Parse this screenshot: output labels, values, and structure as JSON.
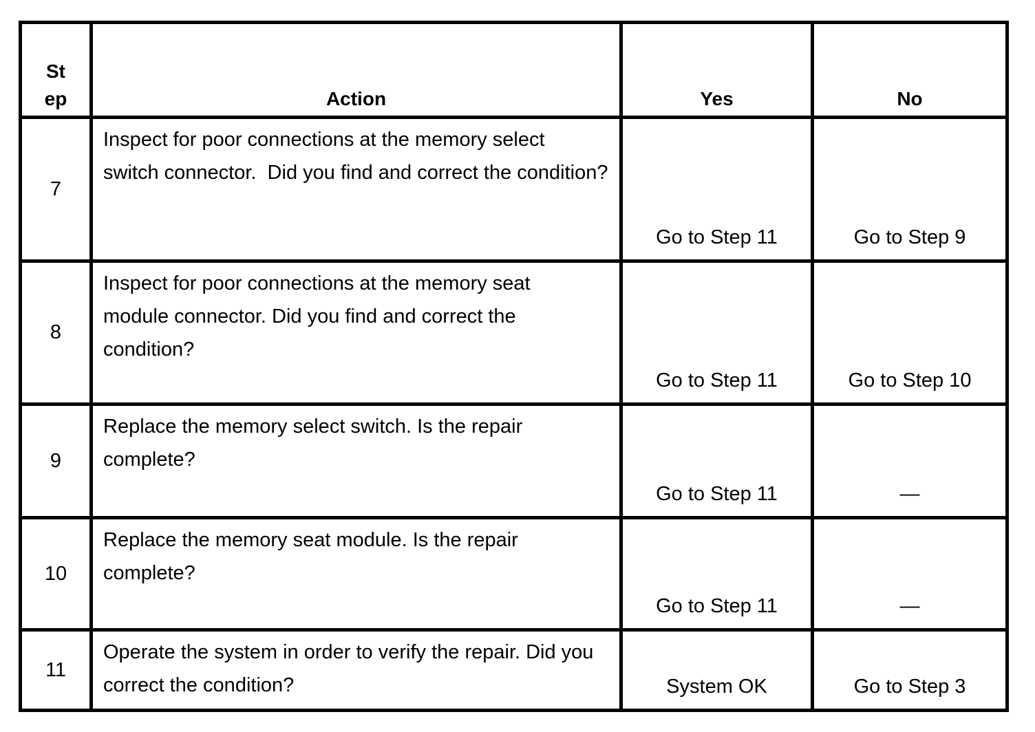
{
  "table": {
    "headers": {
      "step": "St\nep",
      "action": "Action",
      "yes": "Yes",
      "no": "No"
    },
    "rows": [
      {
        "step": "7",
        "action": "Inspect for poor connections at the memory select\nswitch connector.  Did you find and correct the condition?",
        "yes": "Go to Step 11",
        "no": "Go to Step 9"
      },
      {
        "step": "8",
        "action": "Inspect for poor connections at the memory seat\nmodule connector. Did you find and correct the condition?",
        "yes": "Go to Step 11",
        "no": "Go to Step 10"
      },
      {
        "step": "9",
        "action": "Replace the memory select switch. Is the repair\ncomplete?",
        "yes": "Go to Step 11",
        "no": "—"
      },
      {
        "step": "10",
        "action": "Replace the memory seat module. Is the repair\ncomplete?",
        "yes": "Go to Step 11",
        "no": "—"
      },
      {
        "step": "11",
        "action": "Operate the system in order to verify the repair. Did you\ncorrect the condition?",
        "yes": "System OK",
        "no": "Go to Step 3"
      }
    ],
    "colors": {
      "border": "#000000",
      "text": "#000000",
      "background": "#ffffff"
    }
  }
}
